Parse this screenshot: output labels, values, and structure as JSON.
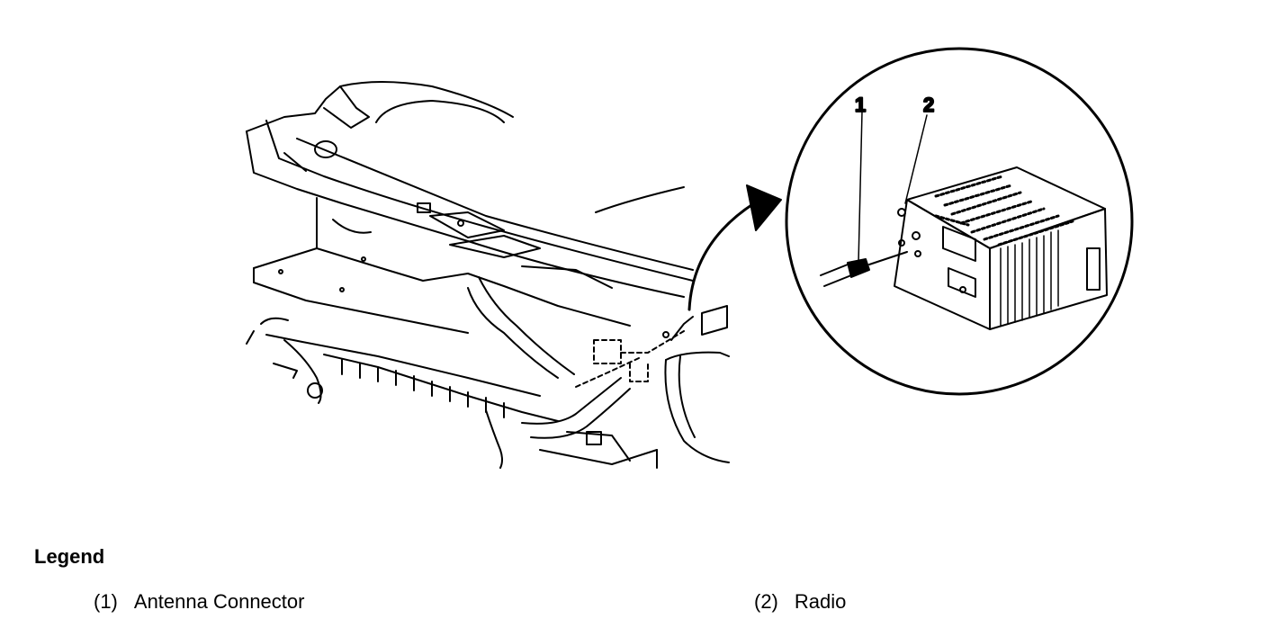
{
  "diagram": {
    "callouts": [
      {
        "id": "1",
        "label": "1"
      },
      {
        "id": "2",
        "label": "2"
      }
    ]
  },
  "legend": {
    "title": "Legend",
    "items": [
      {
        "number": "(1)",
        "text": "Antenna Connector"
      },
      {
        "number": "(2)",
        "text": "Radio"
      }
    ]
  }
}
